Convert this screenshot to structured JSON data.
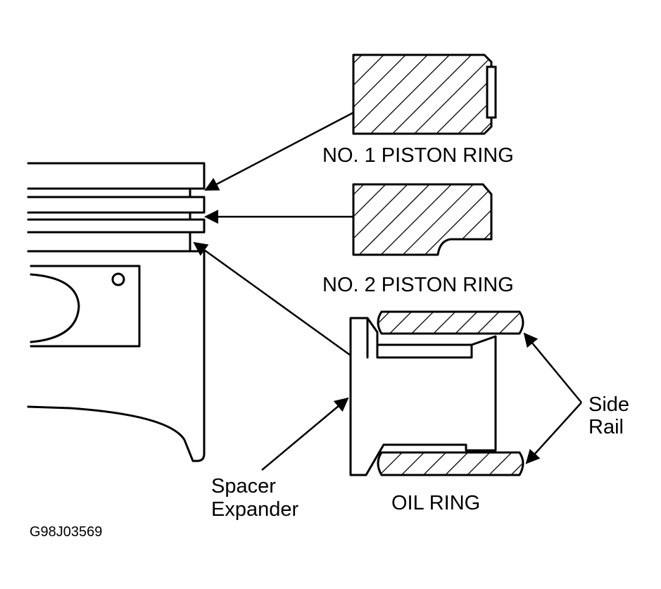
{
  "labels": {
    "ring1": "NO. 1 PISTON RING",
    "ring2": "NO. 2 PISTON RING",
    "oil_ring": "OIL RING",
    "side_rail_1": "Side",
    "side_rail_2": "Rail",
    "spacer_1": "Spacer",
    "spacer_2": "Expander",
    "figure_code": "G98J03569"
  },
  "colors": {
    "line": "#000000",
    "background": "#ffffff"
  }
}
